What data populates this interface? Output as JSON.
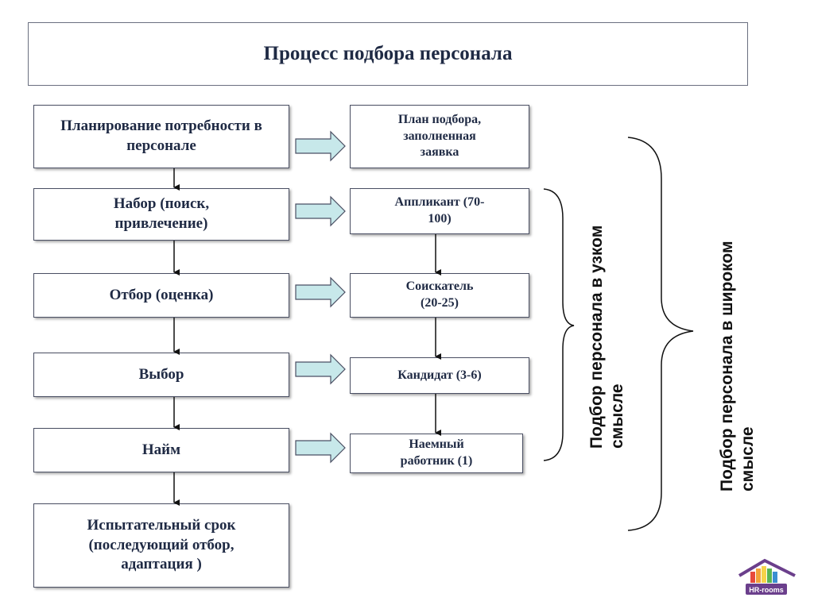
{
  "title": "Процесс подбора персонала",
  "left_steps": [
    "Планирование потребности в персонале",
    "Набор (поиск, привлечение)",
    "Отбор (оценка)",
    "Выбор",
    "Найм",
    "Испытательный срок (последующий отбор, адаптация )"
  ],
  "right_results": [
    "План подбора, заполненная заявка",
    "Аппликант (70-100)",
    "Соискатель (20-25)",
    "Кандидат (3-6)",
    "Наемный работник (1)"
  ],
  "labels": {
    "narrow_line1": "Подбор персонала в узком",
    "narrow_line2": "смысле",
    "broad_line1": "Подбор персонала в широком",
    "broad_line2": "смысле"
  },
  "logo": {
    "text": "HR-rooms"
  },
  "colors": {
    "arrow_fill": "#c7e8ea",
    "box_border": "#4a4f63",
    "text": "#1f2a44"
  }
}
